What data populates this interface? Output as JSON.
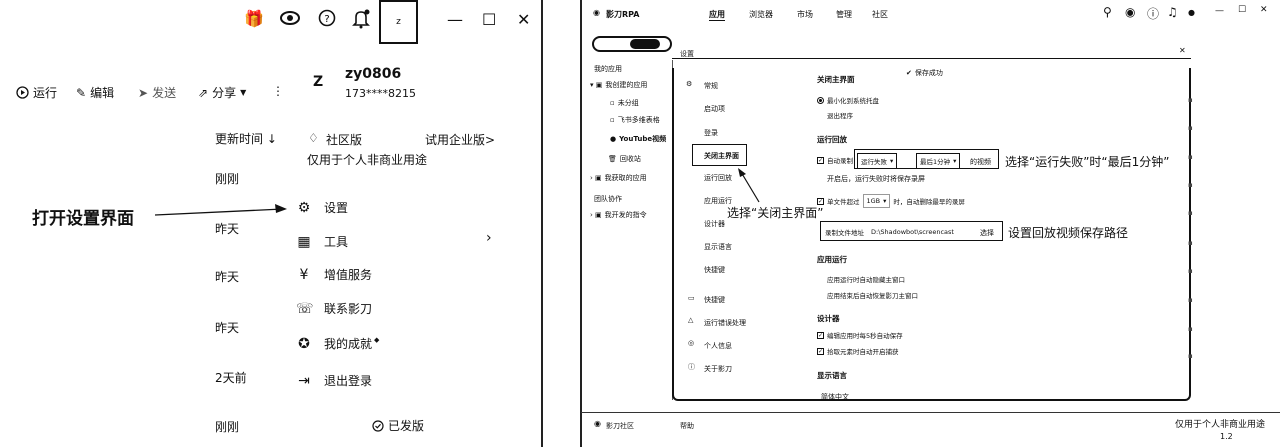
{
  "left": {
    "top_icons": [
      "gift-icon",
      "eye-icon",
      "help-icon",
      "bell-icon"
    ],
    "avatar_letter": "z",
    "window_controls": [
      "—",
      "☐",
      "✕"
    ],
    "profile": {
      "avatar_letter": "Z",
      "username": "zy0806",
      "phone": "173****8215"
    },
    "toolbar": {
      "run": "运行",
      "edit": "编辑",
      "publish": "发送",
      "share": "分享",
      "more": "⋮"
    },
    "sort_label": "更新时间 ↓",
    "edition": {
      "name": "社区版",
      "note": "仅用于个人非商业用途",
      "trial": "试用企业版>"
    },
    "dates": [
      "刚刚",
      "昨天",
      "昨天",
      "昨天",
      "2天前",
      "刚刚"
    ],
    "menu": [
      {
        "icon": "gear-icon",
        "glyph": "⚙",
        "label": "设置"
      },
      {
        "icon": "tools-icon",
        "glyph": "▦",
        "label": "工具",
        "arrow": "›"
      },
      {
        "icon": "yen-icon",
        "glyph": "¥",
        "label": "增值服务"
      },
      {
        "icon": "contact-icon",
        "glyph": "☏",
        "label": "联系影刀"
      },
      {
        "icon": "medal-icon",
        "glyph": "✪",
        "label": "我的成就"
      },
      {
        "icon": "logout-icon",
        "glyph": "⇥",
        "label": "退出登录"
      }
    ],
    "version_label": "已发版",
    "annotation": "打开设置界面"
  },
  "right": {
    "app_name": "影刀RPA",
    "nav_tabs": [
      "应用",
      "浏览器",
      "市场",
      "管理",
      "社区"
    ],
    "top_icons": [
      "bulb-icon",
      "eye-icon",
      "help-icon",
      "bell-icon",
      "avatar-icon"
    ],
    "dialog_title": "设置",
    "tree": [
      "我的应用",
      "我创建的应用",
      "未分组",
      "飞书多维表格",
      "YouTube视频",
      "回收站",
      "我获取的应用",
      "团队协作",
      "我开发的指令"
    ],
    "settings_nav": [
      "常规",
      "启动项",
      "登录",
      "关闭主界面",
      "运行回放",
      "应用运行",
      "设计器",
      "显示语言",
      "快捷键",
      "快捷键",
      "运行错误处理",
      "个人信息",
      "关于影刀"
    ],
    "save_status": "保存成功",
    "sections": {
      "close_main": {
        "title": "关闭主界面",
        "options": [
          "最小化到系统托盘",
          "退出程序"
        ]
      },
      "playback": {
        "title": "运行回放",
        "auto_record": "自动录制",
        "select_mode": "运行失败",
        "select_time": "最后1分钟",
        "suffix": "的视频",
        "hint": "开启后，运行失败时将保存录屏",
        "file_limit": "单文件超过",
        "file_limit_value": "1GB",
        "file_limit_suffix": "时，自动删除最早的录屏",
        "path_label": "录制文件地址",
        "path_value": "D:\\Shadowbot\\screencast",
        "path_button": "选择"
      },
      "app_run": {
        "title": "应用运行",
        "items": [
          "应用运行时自动隐藏主窗口",
          "应用结束后自动恢复影刀主窗口"
        ]
      },
      "designer": {
        "title": "设计器",
        "items": [
          "编辑应用时每5秒自动保存",
          "拾取元素时自动开启捕获"
        ]
      },
      "language": {
        "title": "显示语言",
        "value": "简体中文"
      }
    },
    "footer": {
      "left": "影刀社区",
      "middle": "帮助",
      "right": "仅用于个人非商业用途",
      "count": "1.2"
    },
    "annotations": {
      "select_close": "选择“关闭主界面”",
      "select_failure": "选择“运行失败”时“最后1分钟”",
      "set_path": "设置回放视频保存路径"
    }
  },
  "colors": {
    "ink": "#111111",
    "paper": "#ffffff"
  }
}
